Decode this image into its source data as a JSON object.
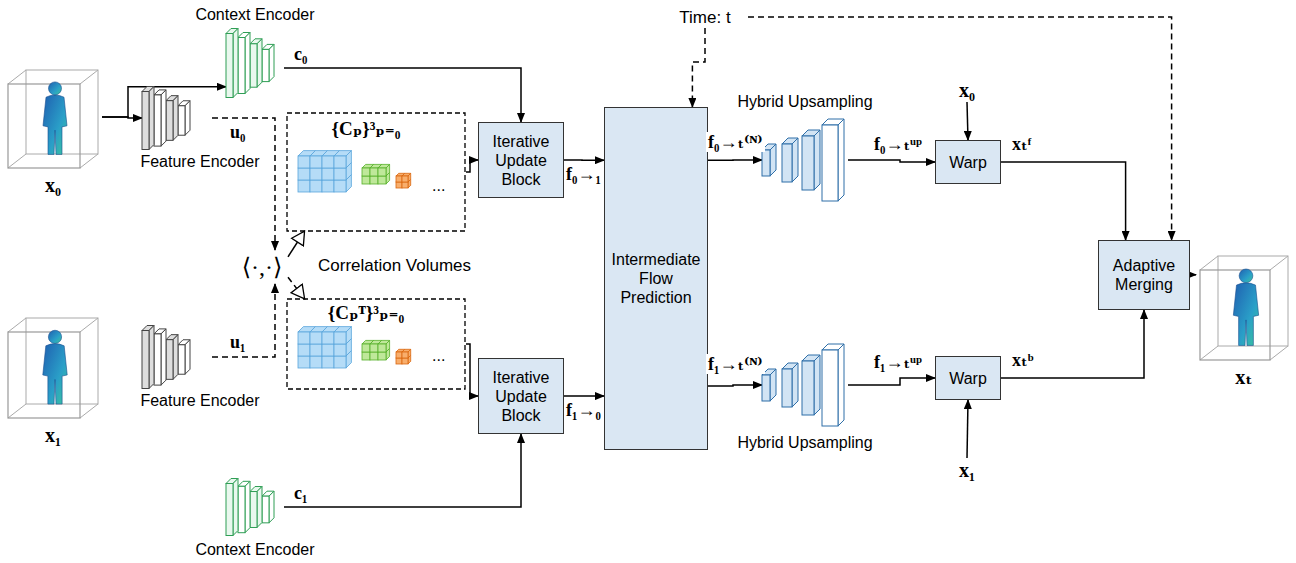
{
  "diagram": {
    "nodes": [
      {
        "text": [
          "Context Encoder"
        ]
      },
      {
        "text": [
          "Time: t"
        ]
      },
      {
        "text": [
          "x₀"
        ]
      },
      {
        "text": [
          "Feature Encoder"
        ]
      },
      {
        "text": [
          "{Cₚ}³ₚ₌₀"
        ]
      },
      {
        "text": [
          "Iterative Update Block"
        ]
      },
      {
        "text": [
          "Intermediate Flow Prediction"
        ]
      },
      {
        "text": [
          "Hybrid Upsampling"
        ]
      },
      {
        "text": [
          "x₀"
        ]
      },
      {
        "text": [
          "Warp"
        ]
      },
      {
        "text": [
          "⟨·,·⟩"
        ]
      },
      {
        "text": [
          "Adaptive Merging"
        ]
      },
      {
        "text": [
          "xₜ"
        ]
      },
      {
        "text": [
          "x₁"
        ]
      },
      {
        "text": [
          "Feature Encoder"
        ]
      },
      {
        "text": [
          "{Cₚᵀ}³ₚ₌₀"
        ]
      },
      {
        "text": [
          "Iterative Update Block"
        ]
      },
      {
        "text": [
          "Hybrid Upsampling"
        ]
      },
      {
        "text": [
          "Warp"
        ]
      },
      {
        "text": [
          "x₁"
        ]
      },
      {
        "text": [
          "Context Encoder"
        ]
      }
    ],
    "edges": [
      {
        "from": 2,
        "to": 0,
        "arrow": "to"
      },
      {
        "from": 2,
        "to": 3,
        "arrow": "to"
      },
      {
        "from": 0,
        "to": 5,
        "label": "c₀",
        "arrow": "to"
      },
      {
        "from": 3,
        "to": 10,
        "label": "u₀",
        "arrow": "to"
      },
      {
        "from": 14,
        "to": 10,
        "label": "u₁",
        "arrow": "to"
      },
      {
        "from": 10,
        "to": 4,
        "arrow": "to"
      },
      {
        "from": 10,
        "to": 15,
        "arrow": "to"
      },
      {
        "from": 4,
        "to": 5,
        "arrow": "to"
      },
      {
        "from": 15,
        "to": 16,
        "arrow": "to"
      },
      {
        "from": 20,
        "to": 16,
        "label": "c₁",
        "arrow": "to"
      },
      {
        "from": 5,
        "to": 6,
        "label": "f₀→₁",
        "arrow": "to"
      },
      {
        "from": 16,
        "to": 6,
        "label": "f₁→₀",
        "arrow": "to"
      },
      {
        "from": 1,
        "to": 6,
        "arrow": "to"
      },
      {
        "from": 6,
        "to": 7,
        "label": "f₀→ₜ⁽ᴺ⁾",
        "arrow": "to"
      },
      {
        "from": 6,
        "to": 17,
        "label": "f₁→ₜ⁽ᴺ⁾",
        "arrow": "to"
      },
      {
        "from": 7,
        "to": 9,
        "label": "f₀→ₜᵘᵖ",
        "arrow": "to"
      },
      {
        "from": 17,
        "to": 18,
        "label": "f₁→ₜᵘᵖ",
        "arrow": "to"
      },
      {
        "from": 8,
        "to": 9,
        "arrow": "to"
      },
      {
        "from": 19,
        "to": 18,
        "arrow": "to"
      },
      {
        "from": 9,
        "to": 11,
        "label": "xₜᶠ",
        "arrow": "to"
      },
      {
        "from": 18,
        "to": 11,
        "label": "xₜᵇ",
        "arrow": "to"
      },
      {
        "from": 1,
        "to": 11,
        "arrow": "to"
      },
      {
        "from": 11,
        "to": 12,
        "arrow": "to"
      }
    ],
    "labels": [
      "Correlation Volumes",
      "...",
      "..."
    ]
  }
}
